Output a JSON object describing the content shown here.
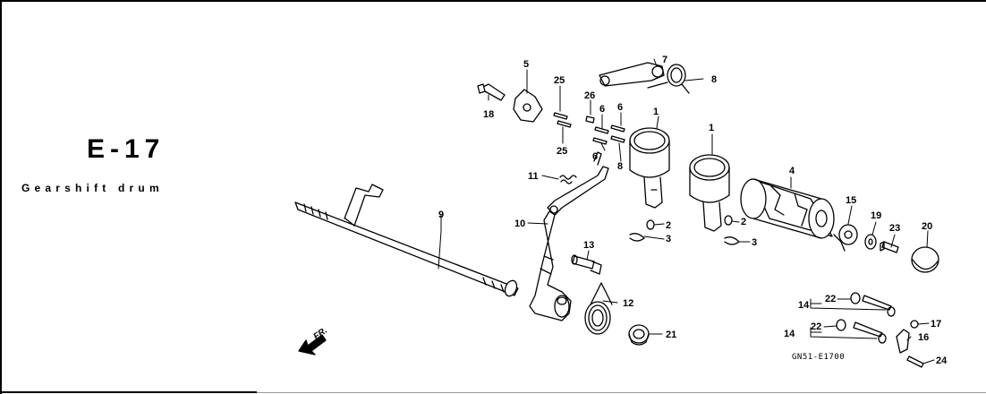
{
  "page": {
    "code": "E-17",
    "caption": "Gearshift drum"
  },
  "diagram": {
    "reference_code": "GN51-E1700",
    "front_label": "FR.",
    "callouts": {
      "c1a": "1",
      "c1b": "1",
      "c2a": "2",
      "c2b": "2",
      "c3a": "3",
      "c3b": "3",
      "c4": "4",
      "c5": "5",
      "c6a": "6",
      "c6b": "6",
      "c6c": "6",
      "c7": "7",
      "c8a": "8",
      "c8b": "8",
      "c9": "9",
      "c10": "10",
      "c11": "11",
      "c12": "12",
      "c13": "13",
      "c14a": "14",
      "c14b": "14",
      "c15": "15",
      "c16": "16",
      "c17": "17",
      "c18": "18",
      "c19": "19",
      "c20": "20",
      "c21": "21",
      "c22a": "22",
      "c22b": "22",
      "c23": "23",
      "c24": "24",
      "c25a": "25",
      "c25b": "25",
      "c26": "26"
    }
  }
}
